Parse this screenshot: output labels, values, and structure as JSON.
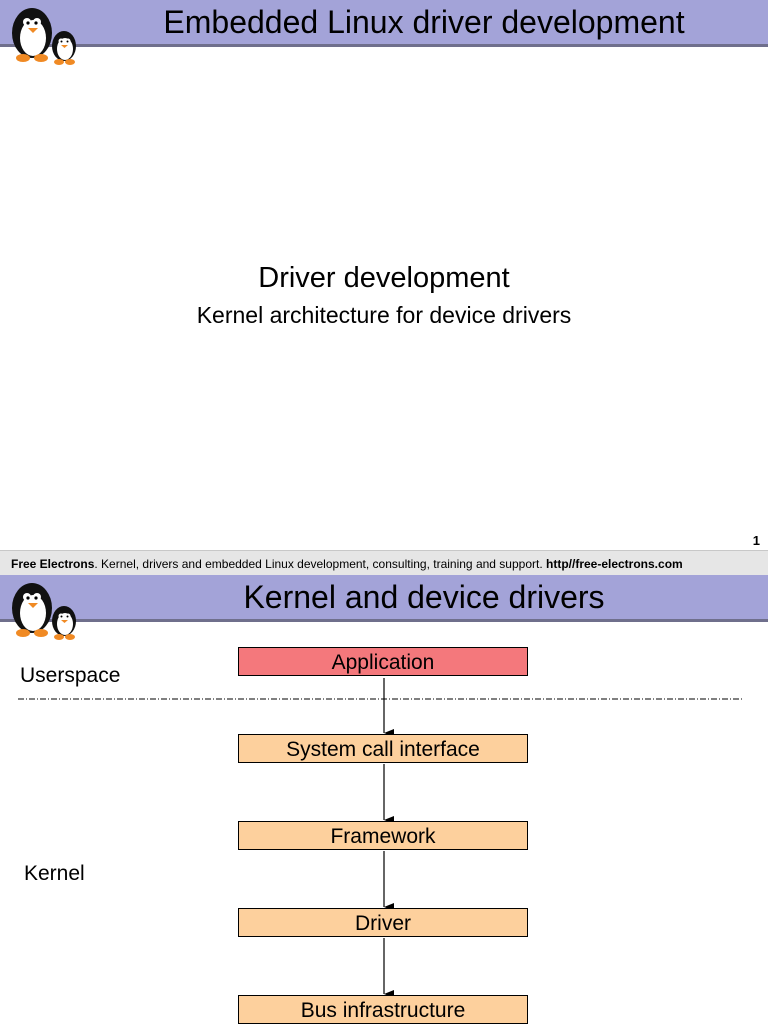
{
  "slide1": {
    "header_title": "Embedded Linux driver development",
    "section_title": "Driver development",
    "section_subtitle": "Kernel architecture for device drivers",
    "page_number": "1"
  },
  "footer": {
    "company": "Free Electrons",
    "description": ". Kernel, drivers and embedded Linux development, consulting, training and support. ",
    "url_label": "http//free-electrons.com"
  },
  "slide2": {
    "header_title": "Kernel and device drivers",
    "labels": {
      "userspace": "Userspace",
      "kernel": "Kernel"
    },
    "boxes": {
      "application": "Application",
      "system_call_interface": "System call interface",
      "framework": "Framework",
      "driver": "Driver",
      "bus_infrastructure": "Bus infrastructure"
    },
    "colors": {
      "header_bar": "#a3a3d8",
      "application_box": "#f4787c",
      "kernel_box": "#fdd09d"
    }
  }
}
